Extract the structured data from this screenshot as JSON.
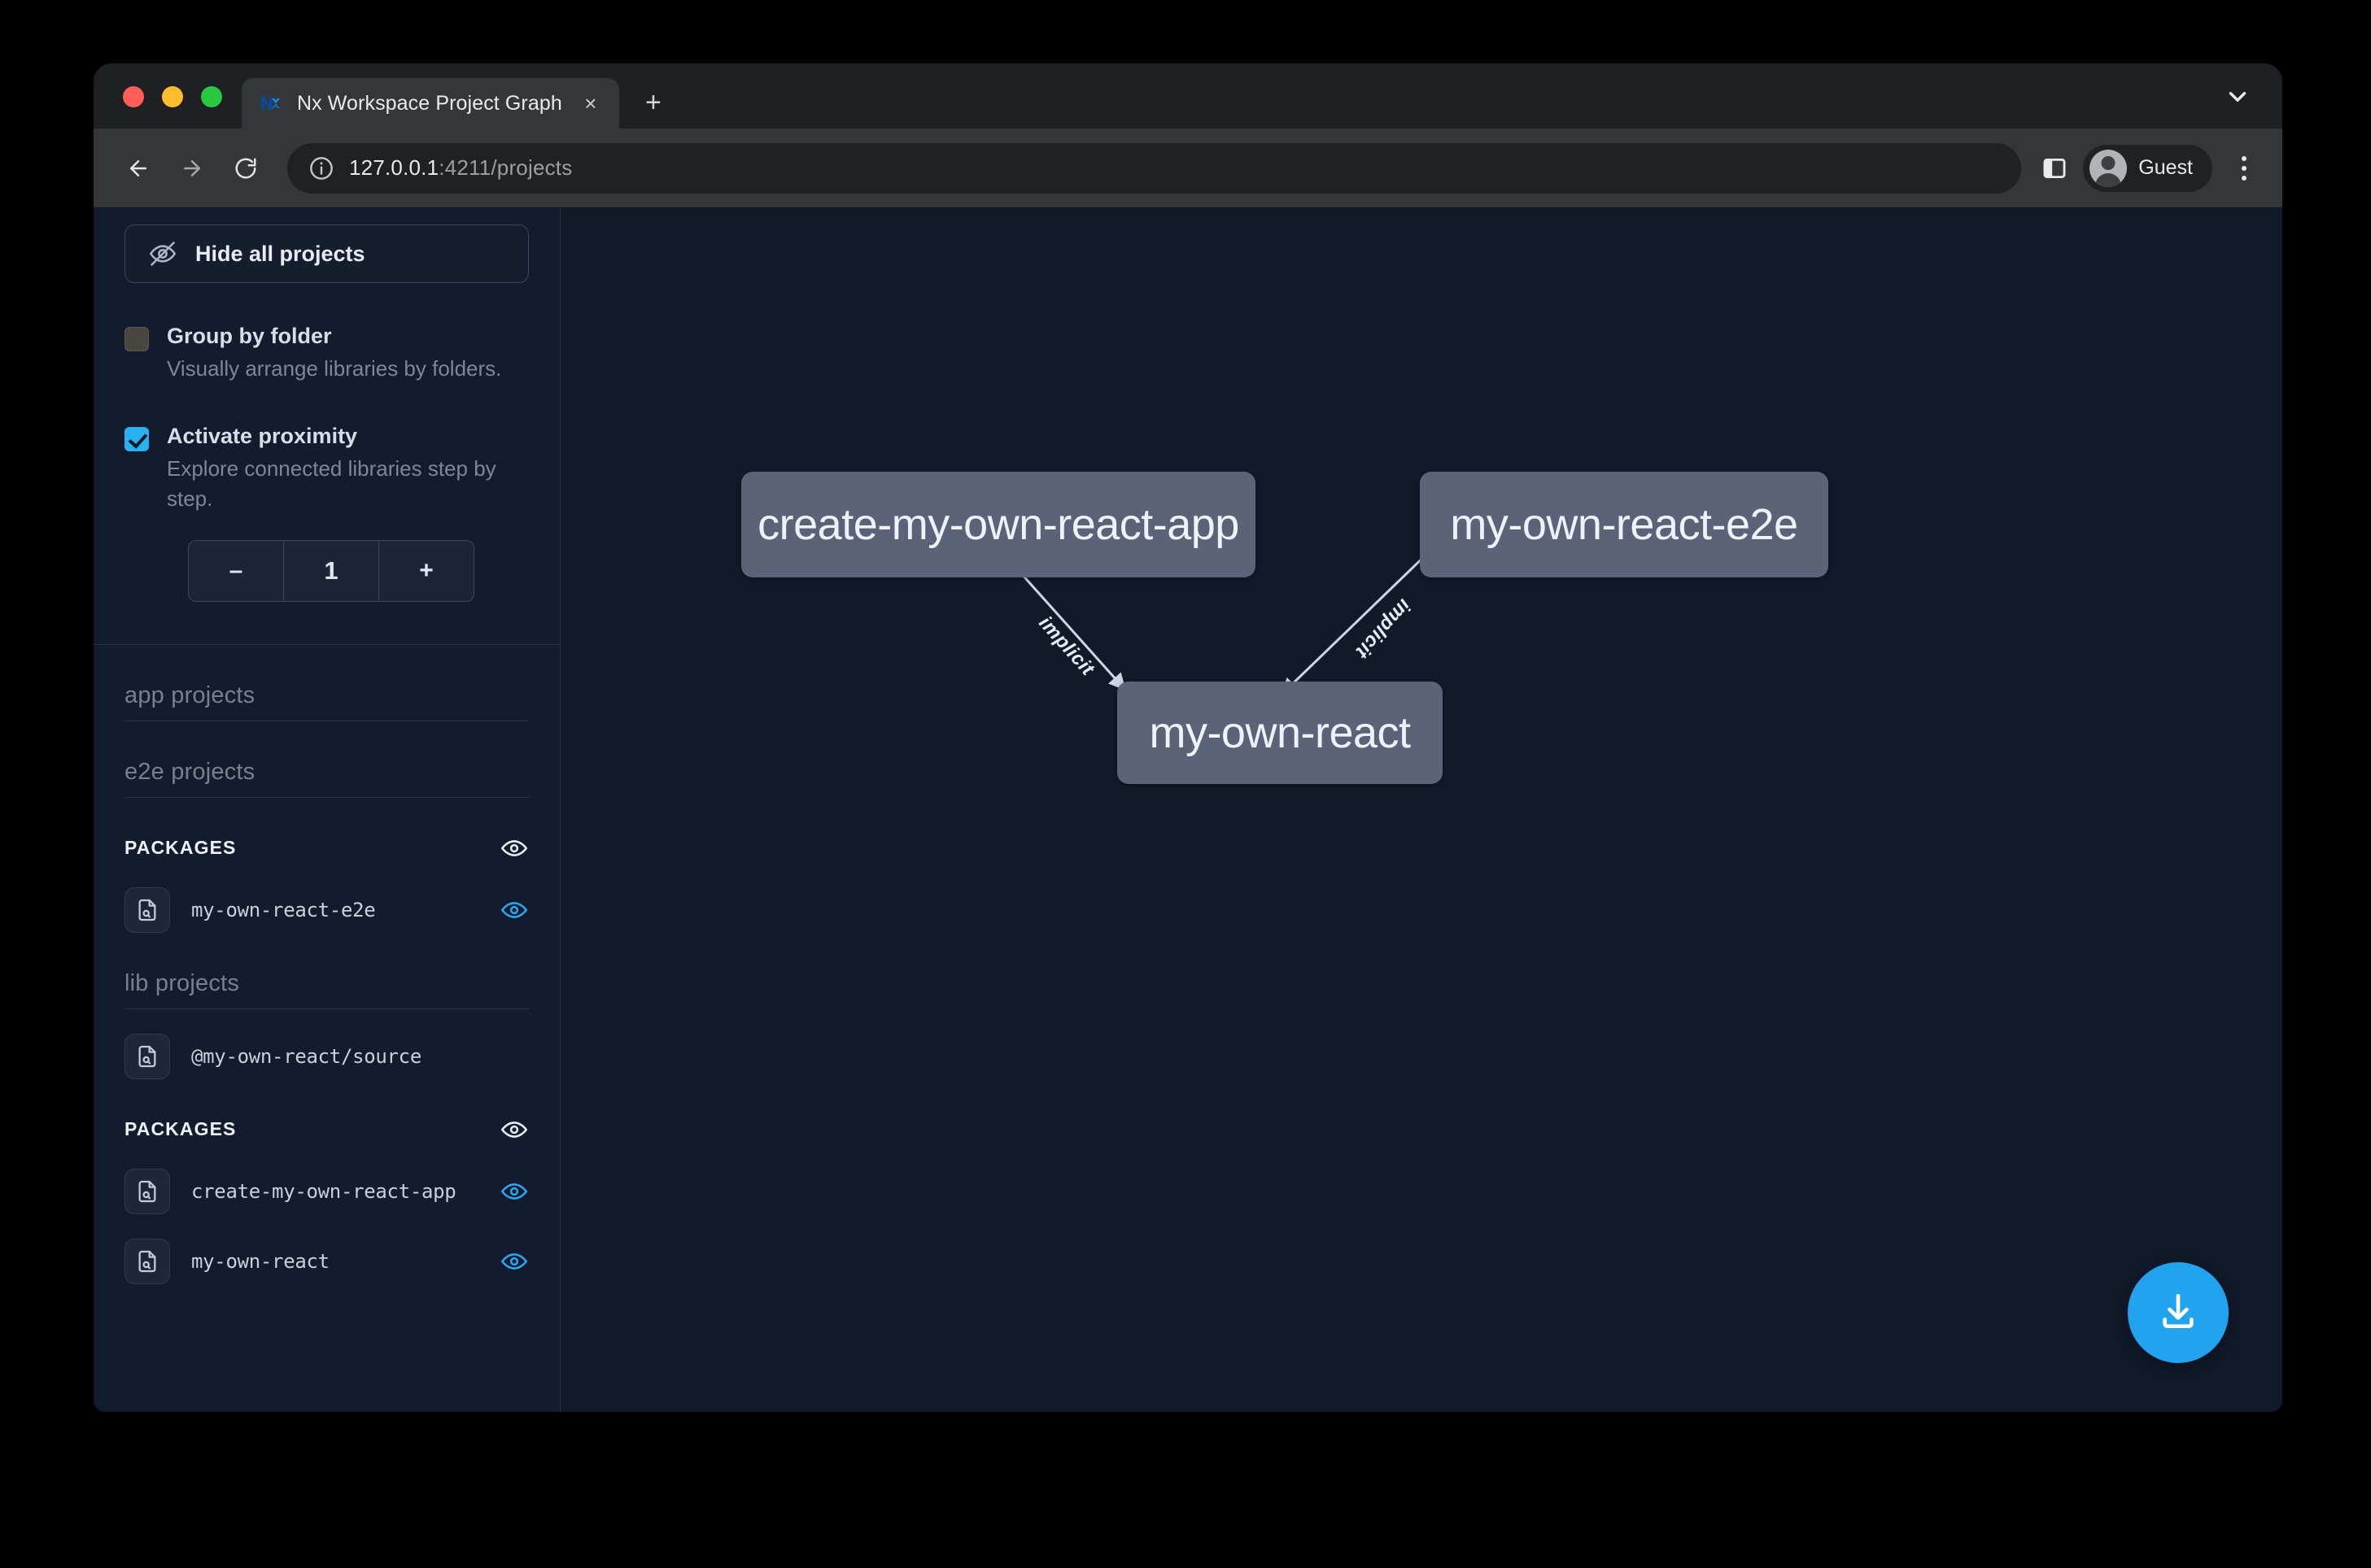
{
  "browser": {
    "tab": {
      "title": "Nx Workspace Project Graph",
      "favicon": "nx-logo-icon",
      "close_label": "×"
    },
    "new_tab_label": "+",
    "url": "127.0.0.1",
    "url_path": ":4211/projects",
    "profile_name": "Guest",
    "icons": {
      "back": "back-arrow-icon",
      "forward": "forward-arrow-icon",
      "reload": "reload-icon",
      "info": "site-info-icon",
      "side_panel": "side-panel-icon",
      "menu": "kebab-menu-icon",
      "tab_list": "chevron-down-icon"
    }
  },
  "sidebar": {
    "hide_all_button": "Hide all projects",
    "options": [
      {
        "id": "group-by-folder",
        "title": "Group by folder",
        "description": "Visually arrange libraries by folders.",
        "checked": false
      },
      {
        "id": "activate-proximity",
        "title": "Activate proximity",
        "description": "Explore connected libraries step by step.",
        "checked": true
      }
    ],
    "stepper": {
      "decrement_label": "–",
      "value": "1",
      "increment_label": "+"
    },
    "groups": [
      {
        "label": "app projects",
        "sections": []
      },
      {
        "label": "e2e projects",
        "sections": [
          {
            "header": "PACKAGES",
            "header_eye": "eye-icon",
            "items": [
              {
                "name": "my-own-react-e2e",
                "icon": "document-search-icon",
                "eye": "eye-icon",
                "eye_active": true
              }
            ]
          }
        ]
      },
      {
        "label": "lib projects",
        "sections": [
          {
            "header": null,
            "items": [
              {
                "name": "@my-own-react/source",
                "icon": "document-search-icon",
                "eye": null,
                "eye_active": false
              }
            ]
          },
          {
            "header": "PACKAGES",
            "header_eye": "eye-icon",
            "items": [
              {
                "name": "create-my-own-react-app",
                "icon": "document-search-icon",
                "eye": "eye-icon",
                "eye_active": true
              },
              {
                "name": "my-own-react",
                "icon": "document-search-icon",
                "eye": "eye-icon",
                "eye_active": true
              }
            ]
          }
        ]
      }
    ]
  },
  "graph": {
    "nodes": [
      {
        "id": "create-my-own-react-app",
        "label": "create-my-own-react-app"
      },
      {
        "id": "my-own-react-e2e",
        "label": "my-own-react-e2e"
      },
      {
        "id": "my-own-react",
        "label": "my-own-react"
      }
    ],
    "edges": [
      {
        "from": "create-my-own-react-app",
        "to": "my-own-react",
        "label": "implicit"
      },
      {
        "from": "my-own-react-e2e",
        "to": "my-own-react",
        "label": "implicit"
      }
    ],
    "download_button": "download-icon",
    "accent_color": "#21a3ef",
    "node_color": "#5c6379",
    "background_color": "#111a2b"
  }
}
